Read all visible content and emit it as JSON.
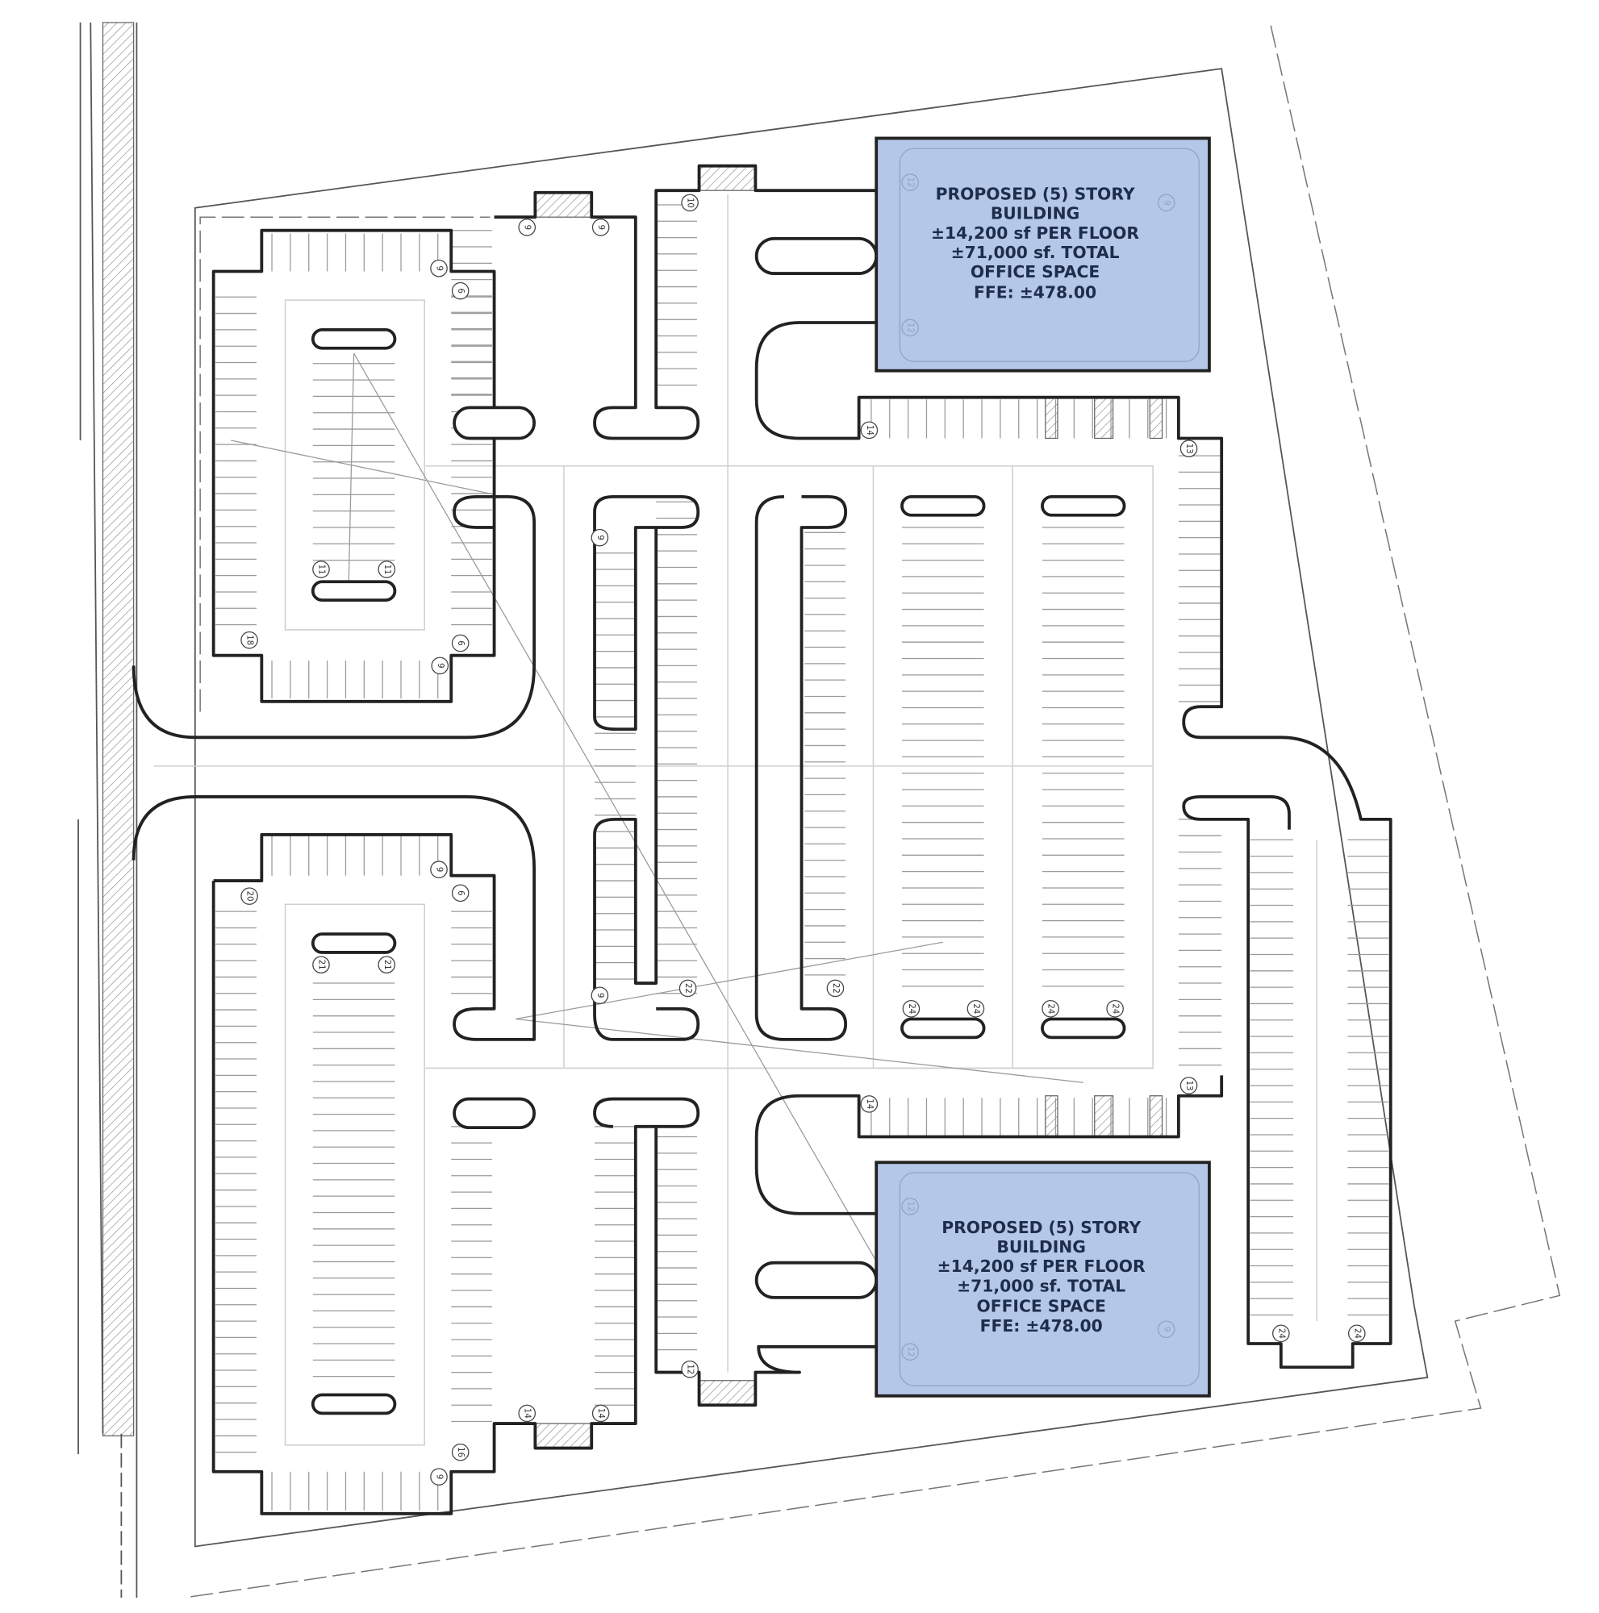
{
  "buildings": [
    {
      "lines": [
        "PROPOSED (5) STORY",
        "BUILDING",
        "±14,200 sf PER FLOOR",
        "±71,000 sf. TOTAL",
        "OFFICE SPACE",
        "FFE:   ±478.00"
      ],
      "fill": "#b4c7e7"
    },
    {
      "lines": [
        "PROPOSED (5) STORY",
        "BUILDING",
        "±14,200 sf PER FLOOR",
        "±71,000 sf. TOTAL",
        "OFFICE SPACE",
        "FFE:  ±478.00"
      ],
      "fill": "#b4c7e7"
    }
  ],
  "stall_counts": [
    "9",
    "6",
    "18",
    "9",
    "6",
    "11",
    "11",
    "9",
    "9",
    "10",
    "9",
    "14",
    "13",
    "6",
    "9",
    "20",
    "21",
    "21",
    "9",
    "22",
    "22",
    "24",
    "24",
    "24",
    "24",
    "14",
    "13",
    "12",
    "14",
    "14",
    "16",
    "9",
    "24",
    "24",
    "12",
    "12",
    "9",
    "12",
    "12",
    "9"
  ],
  "colors": {
    "building": "#b4c7e7",
    "curb": "#222222",
    "text": "#1f2d4d"
  }
}
